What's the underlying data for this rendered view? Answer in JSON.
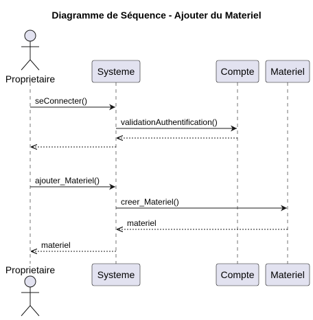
{
  "diagram": {
    "title": "Diagramme de Séquence - Ajouter du Materiel",
    "participants": [
      {
        "id": "proprietaire",
        "label": "Proprietaire",
        "kind": "actor"
      },
      {
        "id": "systeme",
        "label": "Systeme",
        "kind": "participant"
      },
      {
        "id": "compte",
        "label": "Compte",
        "kind": "participant"
      },
      {
        "id": "materiel",
        "label": "Materiel",
        "kind": "participant"
      }
    ],
    "messages": [
      {
        "from": "proprietaire",
        "to": "systeme",
        "label": "seConnecter()",
        "type": "call"
      },
      {
        "from": "systeme",
        "to": "compte",
        "label": "validationAuthentification()",
        "type": "call"
      },
      {
        "from": "compte",
        "to": "systeme",
        "label": "",
        "type": "return"
      },
      {
        "from": "systeme",
        "to": "proprietaire",
        "label": "",
        "type": "return"
      },
      {
        "from": "proprietaire",
        "to": "systeme",
        "label": "ajouter_Materiel()",
        "type": "call"
      },
      {
        "from": "systeme",
        "to": "materiel",
        "label": "creer_Materiel()",
        "type": "call"
      },
      {
        "from": "materiel",
        "to": "systeme",
        "label": "materiel",
        "type": "return"
      },
      {
        "from": "systeme",
        "to": "proprietaire",
        "label": "materiel",
        "type": "return"
      }
    ]
  }
}
